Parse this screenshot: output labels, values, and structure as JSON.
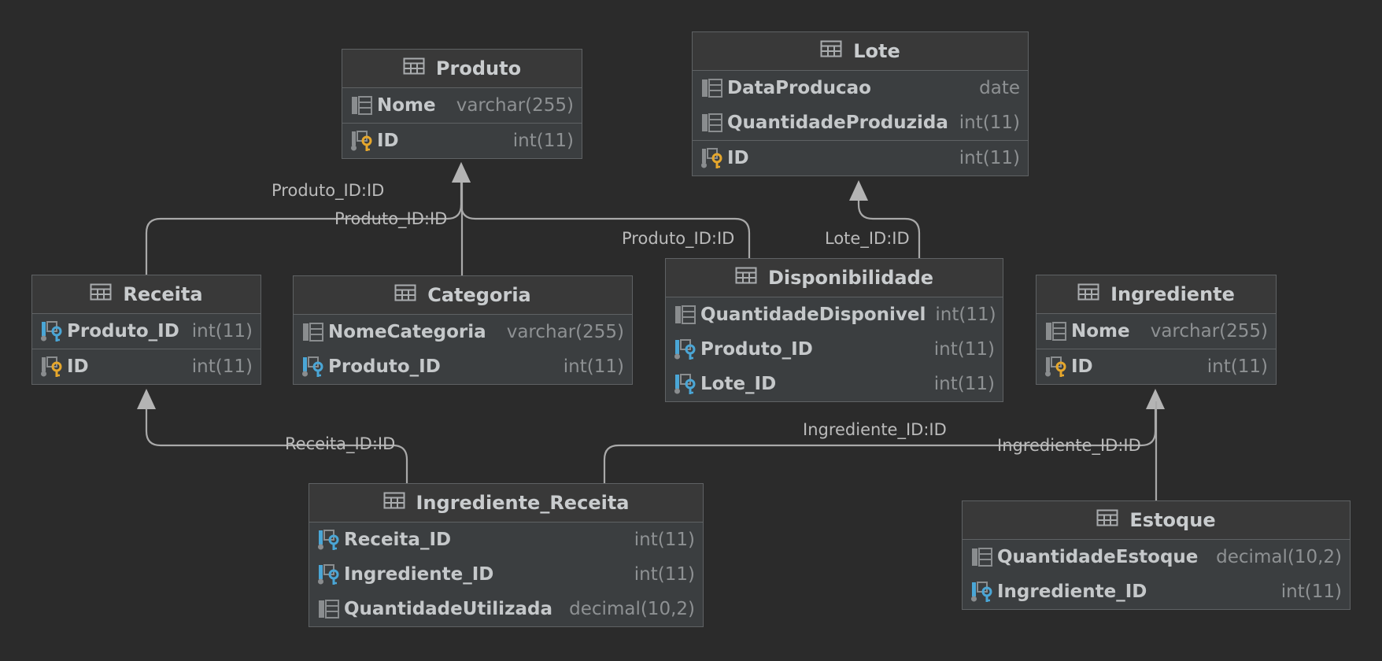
{
  "diagram": {
    "tables": [
      {
        "id": "produto",
        "name": "Produto",
        "sections": [
          [
            {
              "name": "Nome",
              "type": "varchar(255)",
              "icon": "column-icon"
            }
          ],
          [
            {
              "name": "ID",
              "type": "int(11)",
              "icon": "primary-key-icon"
            }
          ]
        ]
      },
      {
        "id": "lote",
        "name": "Lote",
        "sections": [
          [
            {
              "name": "DataProducao",
              "type": "date",
              "icon": "column-icon"
            },
            {
              "name": "QuantidadeProduzida",
              "type": "int(11)",
              "icon": "column-icon"
            }
          ],
          [
            {
              "name": "ID",
              "type": "int(11)",
              "icon": "primary-key-icon"
            }
          ]
        ]
      },
      {
        "id": "receita",
        "name": "Receita",
        "sections": [
          [
            {
              "name": "Produto_ID",
              "type": "int(11)",
              "icon": "foreign-key-icon"
            }
          ],
          [
            {
              "name": "ID",
              "type": "int(11)",
              "icon": "primary-key-icon"
            }
          ]
        ]
      },
      {
        "id": "categoria",
        "name": "Categoria",
        "sections": [
          [
            {
              "name": "NomeCategoria",
              "type": "varchar(255)",
              "icon": "column-icon"
            },
            {
              "name": "Produto_ID",
              "type": "int(11)",
              "icon": "foreign-key-icon"
            }
          ]
        ]
      },
      {
        "id": "disponibilidade",
        "name": "Disponibilidade",
        "sections": [
          [
            {
              "name": "QuantidadeDisponivel",
              "type": "int(11)",
              "icon": "column-icon"
            },
            {
              "name": "Produto_ID",
              "type": "int(11)",
              "icon": "foreign-key-icon"
            },
            {
              "name": "Lote_ID",
              "type": "int(11)",
              "icon": "foreign-key-icon"
            }
          ]
        ]
      },
      {
        "id": "ingrediente",
        "name": "Ingrediente",
        "sections": [
          [
            {
              "name": "Nome",
              "type": "varchar(255)",
              "icon": "column-icon"
            }
          ],
          [
            {
              "name": "ID",
              "type": "int(11)",
              "icon": "primary-key-icon"
            }
          ]
        ]
      },
      {
        "id": "ingrediente_receita",
        "name": "Ingrediente_Receita",
        "sections": [
          [
            {
              "name": "Receita_ID",
              "type": "int(11)",
              "icon": "foreign-key-icon"
            },
            {
              "name": "Ingrediente_ID",
              "type": "int(11)",
              "icon": "foreign-key-icon"
            },
            {
              "name": "QuantidadeUtilizada",
              "type": "decimal(10,2)",
              "icon": "column-icon"
            }
          ]
        ]
      },
      {
        "id": "estoque",
        "name": "Estoque",
        "sections": [
          [
            {
              "name": "QuantidadeEstoque",
              "type": "decimal(10,2)",
              "icon": "column-icon"
            },
            {
              "name": "Ingrediente_ID",
              "type": "int(11)",
              "icon": "foreign-key-icon"
            }
          ]
        ]
      }
    ],
    "relations": [
      {
        "id": "receita-produto",
        "label": "Produto_ID:ID"
      },
      {
        "id": "categoria-produto",
        "label": "Produto_ID:ID"
      },
      {
        "id": "disponibilidade-produto",
        "label": "Produto_ID:ID"
      },
      {
        "id": "disponibilidade-lote",
        "label": "Lote_ID:ID"
      },
      {
        "id": "ingrediente_receita-receita",
        "label": "Receita_ID:ID"
      },
      {
        "id": "ingrediente_receita-ingrediente",
        "label": "Ingrediente_ID:ID"
      },
      {
        "id": "estoque-ingrediente",
        "label": "Ingrediente_ID:ID"
      }
    ],
    "colors": {
      "background": "#2b2b2b",
      "table_body": "#3b3e40",
      "table_border": "#5f6264",
      "column_name": "#c5c8ca",
      "column_type": "#8e9193",
      "primary_key": "#e6a72c",
      "foreign_key": "#4aa6d6",
      "relation_line": "#a9a9a9"
    }
  }
}
